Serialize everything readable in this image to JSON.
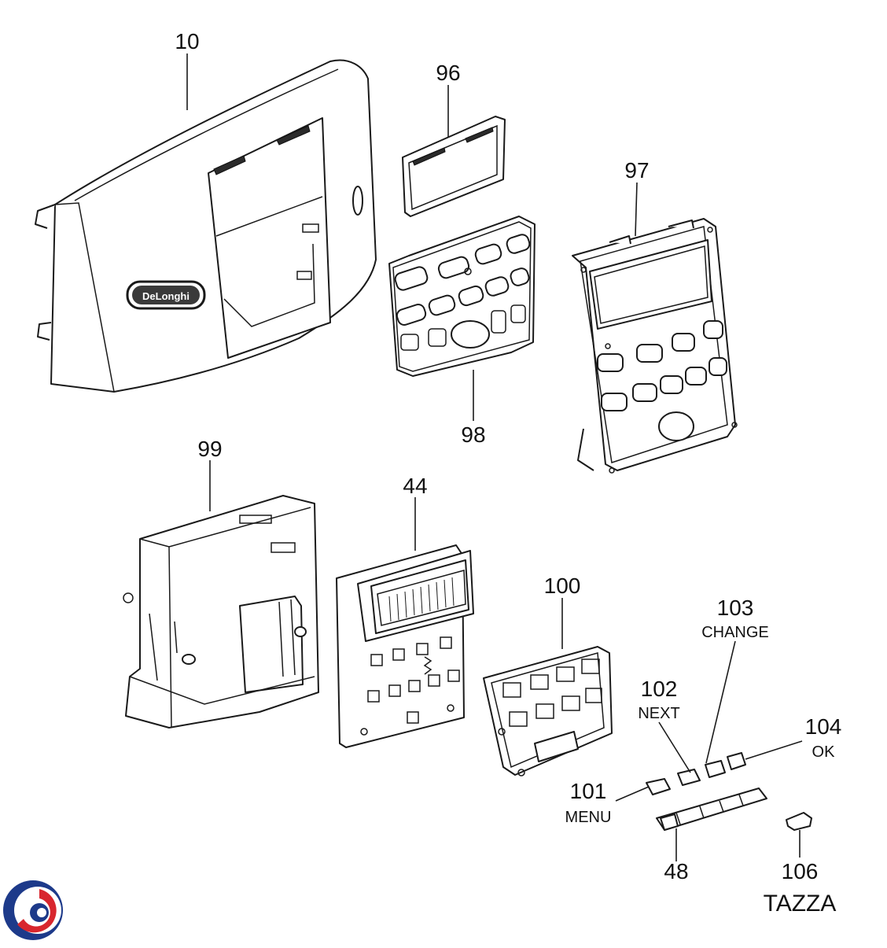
{
  "labels": {
    "p10": "10",
    "p96": "96",
    "p97": "97",
    "p98": "98",
    "p99": "99",
    "p44": "44",
    "p100": "100",
    "p103": "103",
    "p103_sub": "CHANGE",
    "p102": "102",
    "p102_sub": "NEXT",
    "p104": "104",
    "p104_sub": "OK",
    "p101": "101",
    "p101_sub": "MENU",
    "p48": "48",
    "p106": "106",
    "p106_sub": "TAZZA"
  },
  "brand_mark": "DeLonghi",
  "colors": {
    "line": "#1a1a1a",
    "logo_blue": "#1d3a8a",
    "logo_red": "#d8262e"
  }
}
